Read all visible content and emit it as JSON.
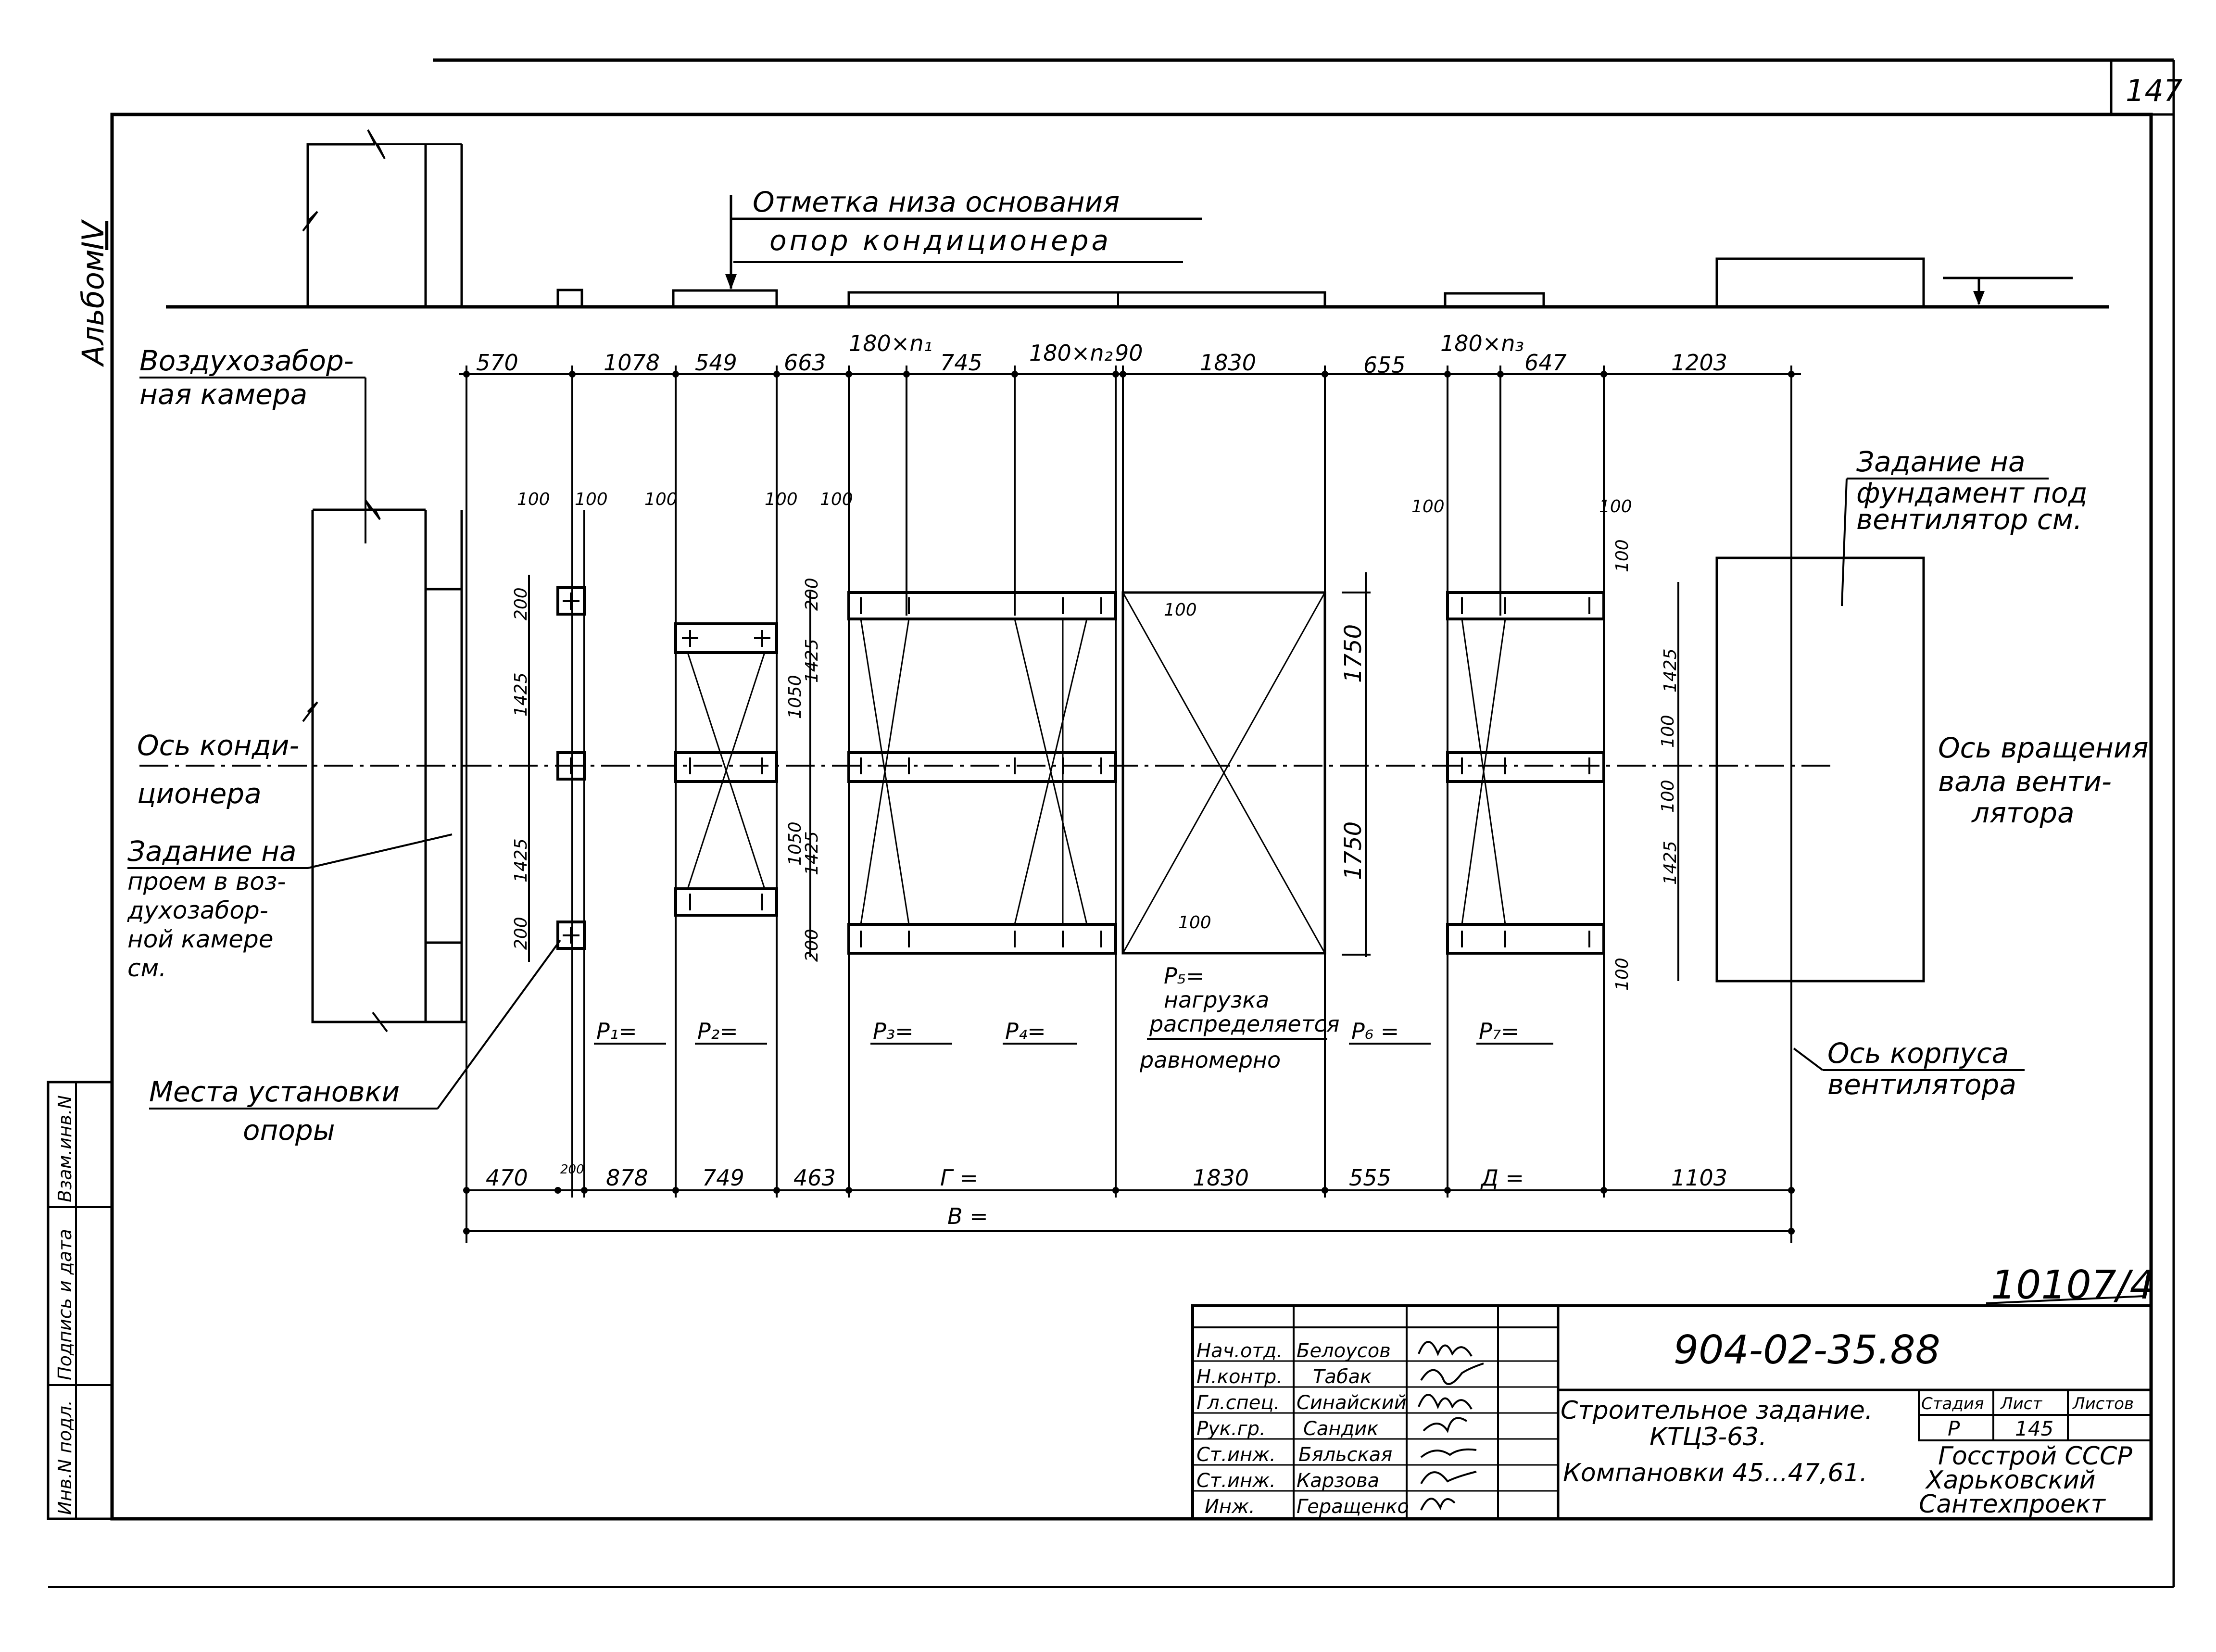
{
  "sheet": {
    "page_number": "147",
    "album_label": "Альбом",
    "album_number": "IV",
    "archive_number": "10107/4",
    "side_stamp": {
      "cols": [
        "Инв.N подл.",
        "Подпись и дата",
        "Взам.инв.N"
      ]
    }
  },
  "elevation": {
    "top_label_line1": "Отметка низа основания",
    "top_label_line2": "опор кондиционера"
  },
  "dims_top": [
    "570",
    "1078",
    "549",
    "663",
    "180×n₁",
    "745",
    "180×n₂",
    "90",
    "1830",
    "655",
    "180×n₃",
    "647",
    "1203"
  ],
  "dims_bottom": [
    "470",
    "200",
    "878",
    "749",
    "463",
    "Г =",
    "1830",
    "555",
    "Д =",
    "1103"
  ],
  "dim_total": "В =",
  "dims_small": {
    "d100": "100",
    "d200": "200",
    "d1425": "1425",
    "d1050": "1050",
    "d1750": "1750"
  },
  "loads": [
    "P₁=",
    "P₂=",
    "P₃=",
    "P₄=",
    "P₅=",
    "P₆ =",
    "P₇="
  ],
  "p5_note": [
    "нагрузка",
    "распределяется",
    "равномерно"
  ],
  "labels": {
    "air_intake": [
      "Воздухозабор-",
      "ная камера"
    ],
    "axis_conditioner": [
      "Ось конди-",
      "ционера"
    ],
    "opening_task": [
      "Задание на",
      "проем в воз-",
      "духозабор-",
      "ной камере",
      "см."
    ],
    "support_places": [
      "Места установки",
      "опоры"
    ],
    "fan_foundation": [
      "Задание на",
      "фундамент под",
      "вентилятор см."
    ],
    "fan_shaft_axis": [
      "Ось вращения",
      "вала венти-",
      "лятора"
    ],
    "fan_casing_axis": [
      "Ось корпуса",
      "вентилятора"
    ]
  },
  "title_block": {
    "roles": [
      "Нач.отд.",
      "Н.контр.",
      "Гл.спец.",
      "Рук.гр.",
      "Ст.инж.",
      "Ст.инж.",
      "Инж."
    ],
    "names": [
      "Белоусов",
      "Табак",
      "Синайский",
      "Сандик",
      "Бяльская",
      "Карзова",
      "Геращенко"
    ],
    "doc_code": "904-02-35.88",
    "desc": [
      "Строительное задание.",
      "КТЦЗ-63.",
      "Компановки 45...47,61."
    ],
    "stage_header": "Стадия",
    "sheet_header": "Лист",
    "sheets_header": "Листов",
    "stage": "Р",
    "sheet_no": "145",
    "org": [
      "Госстрой СССР",
      "Харьковский",
      "Сантехпроект"
    ]
  }
}
